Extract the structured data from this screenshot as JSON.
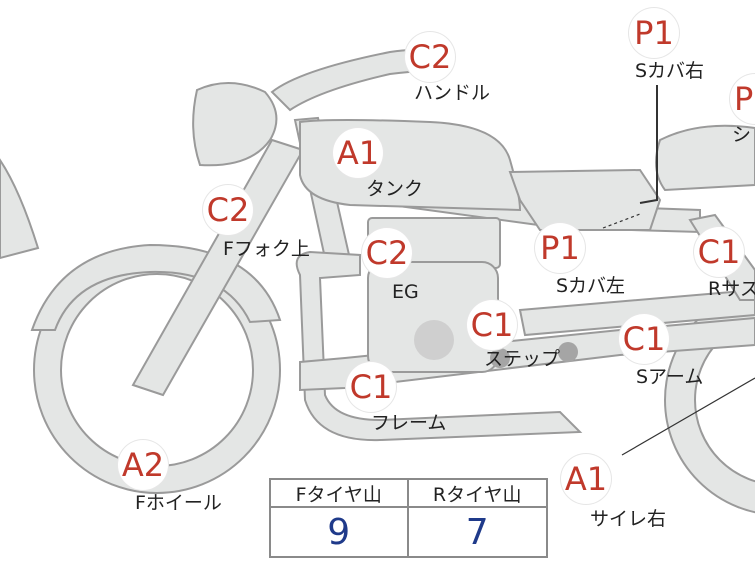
{
  "parts": [
    {
      "code": "C2",
      "name": "ハンドル"
    },
    {
      "code": "P1",
      "name": "Sカバ右"
    },
    {
      "code": "P",
      "name": "シ"
    },
    {
      "code": "A1",
      "name": "タンク"
    },
    {
      "code": "C2",
      "name": "Fフォク上"
    },
    {
      "code": "C2",
      "name": "EG"
    },
    {
      "code": "P1",
      "name": "Sカバ左"
    },
    {
      "code": "C1",
      "name": "Rサス"
    },
    {
      "code": "C1",
      "name": "ステップ"
    },
    {
      "code": "C1",
      "name": "Sアーム"
    },
    {
      "code": "C1",
      "name": "フレーム"
    },
    {
      "code": "A2",
      "name": "Fホイール"
    },
    {
      "code": "A1",
      "name": "サイレ右"
    }
  ],
  "tread_table": {
    "headers": [
      "Fタイヤ山",
      "Rタイヤ山"
    ],
    "values": [
      "9",
      "7"
    ]
  },
  "colors": {
    "code_red": "#c0392b",
    "value_blue": "#1f3a8a",
    "bike_fill": "#e4e6e5",
    "bike_stroke": "#9a9a9a"
  }
}
